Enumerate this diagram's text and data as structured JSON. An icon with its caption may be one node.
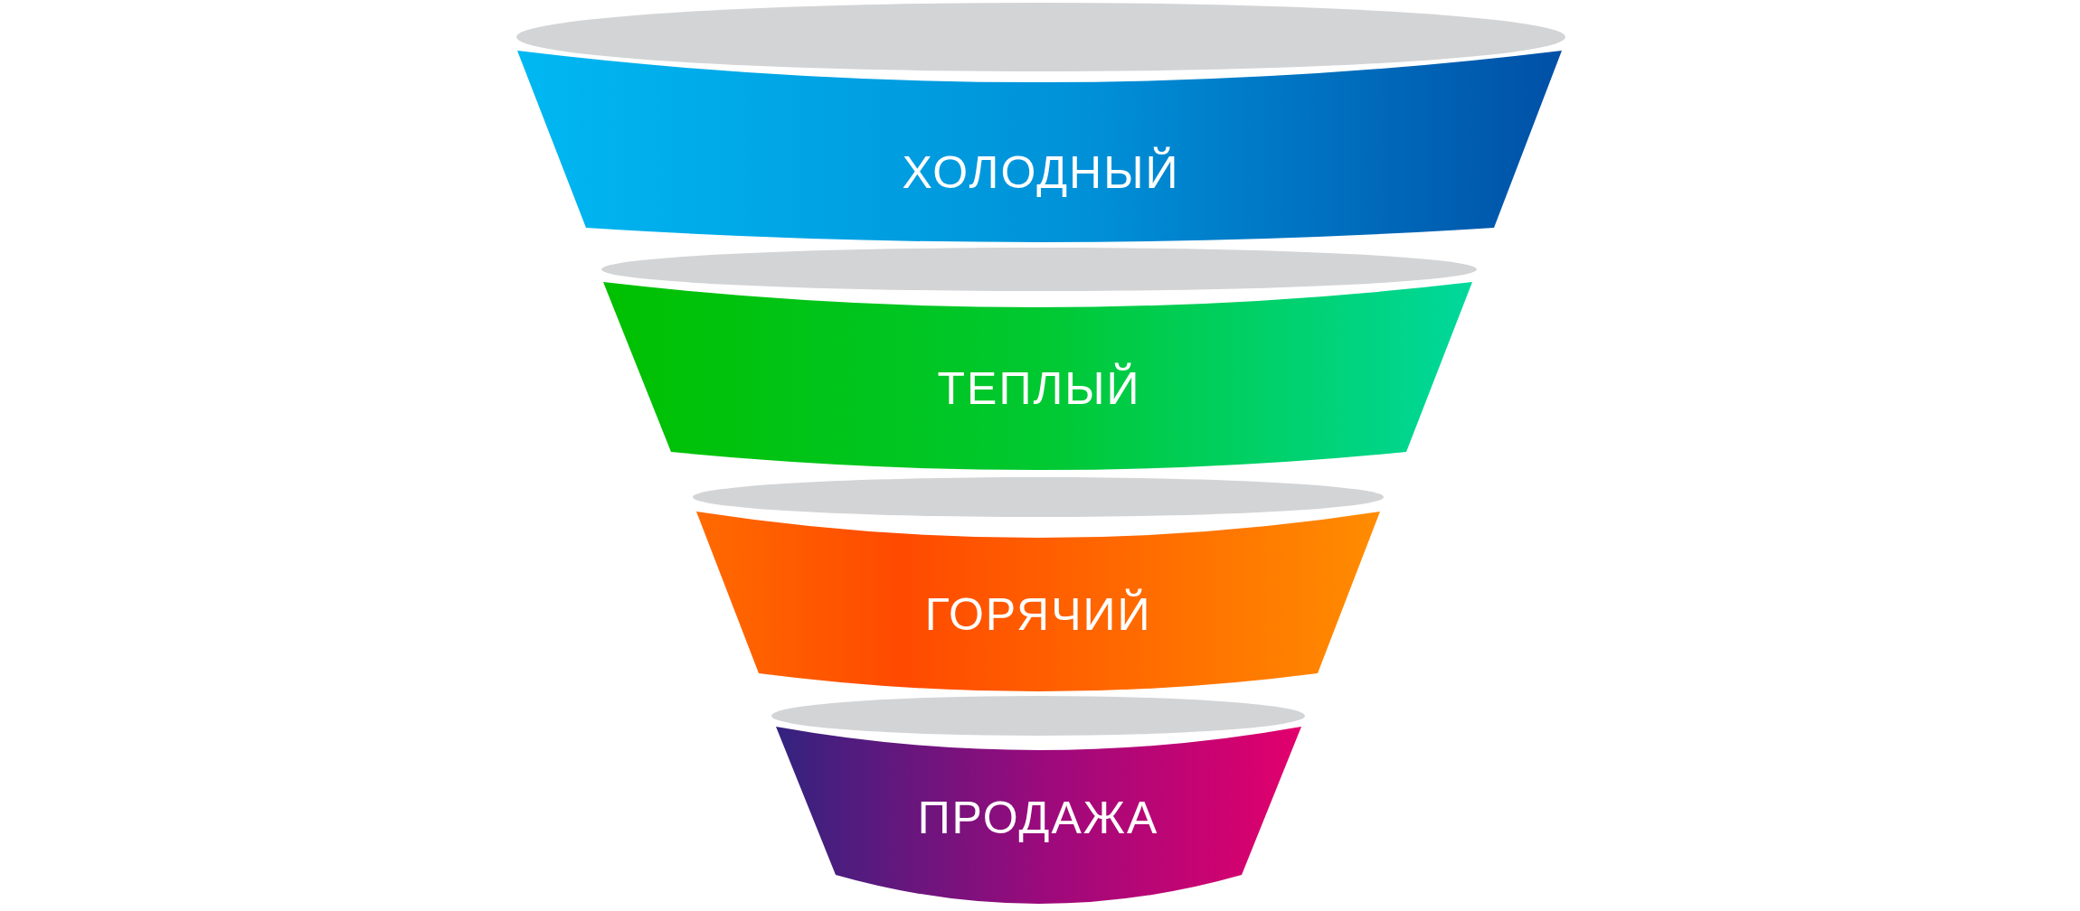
{
  "diagram": {
    "nodes": [
      {
        "text": [
          "ХОЛОДНЫЙ"
        ]
      },
      {
        "text": [
          "ТЕПЛЫЙ"
        ]
      },
      {
        "text": [
          "ГОРЯЧИЙ"
        ]
      },
      {
        "text": [
          "ПРОДАЖА"
        ]
      }
    ]
  }
}
